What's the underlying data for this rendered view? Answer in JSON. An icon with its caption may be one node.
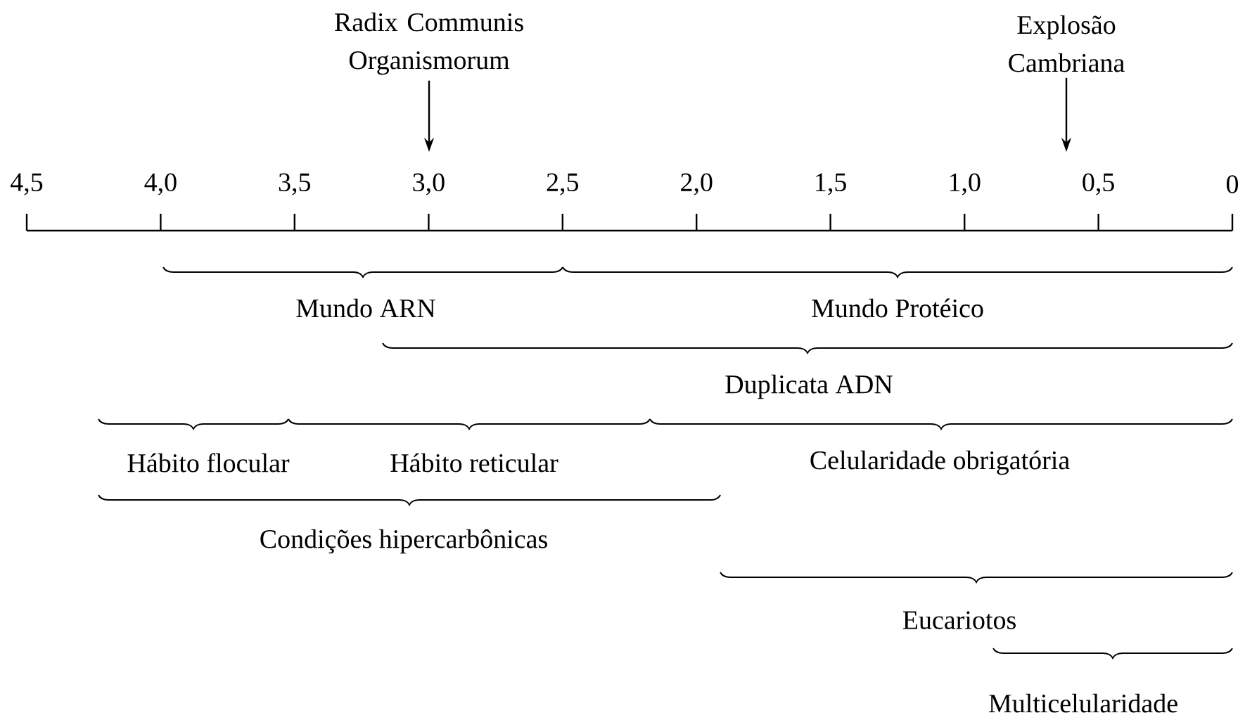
{
  "diagram": {
    "nodes": [
      {
        "text": [
          "Radix Communis Organismorum"
        ]
      },
      {
        "text": [
          "Explosão Cambriana"
        ]
      }
    ],
    "edges": [
      {
        "from": 0,
        "to": null,
        "arrow": "to"
      },
      {
        "from": 1,
        "to": null,
        "arrow": "to"
      }
    ],
    "labels": [
      "4,5",
      "4,0",
      "3,5",
      "3,0",
      "2,5",
      "2,0",
      "1,5",
      "1,0",
      "0,5",
      "0",
      "Mundo ARN",
      "Mundo Protéico",
      "Duplicata ADN",
      "Hábito flocular",
      "Hábito reticular",
      "Celularidade obrigatória",
      "Condições hipercarbônicas",
      "Eucariotos",
      "Multicelularidade"
    ]
  }
}
